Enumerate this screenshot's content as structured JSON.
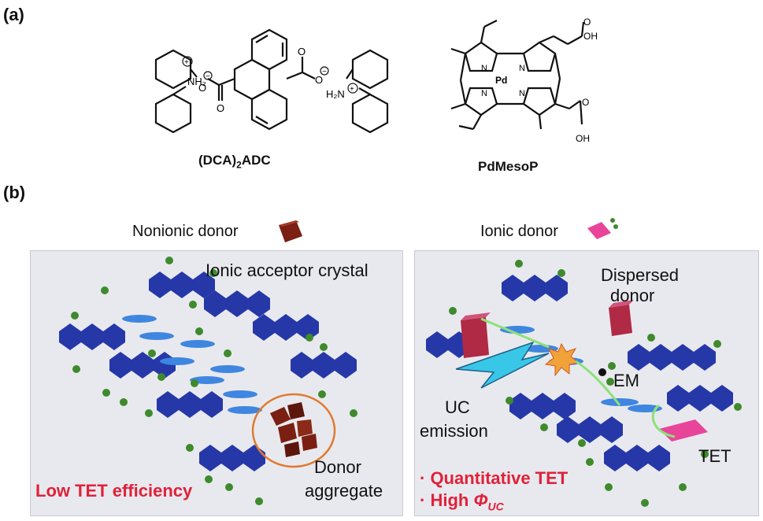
{
  "panel_a": {
    "label": "(a)",
    "compound_left": {
      "name_main": "(DCA)",
      "name_sub": "2",
      "name_tail": "ADC"
    },
    "compound_right": {
      "name": "PdMesoP"
    },
    "atoms": {
      "nh2": "NH₂",
      "h2n": "H₂N",
      "o": "O",
      "oh": "OH",
      "n": "N",
      "pd": "Pd",
      "plus": "+",
      "minus": "−"
    }
  },
  "panel_b": {
    "label": "(b)",
    "left": {
      "legend": "Nonionic donor",
      "crystal_label": "Ionic acceptor crystal",
      "aggregate_label_1": "Donor",
      "aggregate_label_2": "aggregate",
      "result": "Low TET efficiency"
    },
    "right": {
      "legend": "Ionic donor",
      "dispersed_1": "Dispersed",
      "dispersed_2": "donor",
      "em": "EM",
      "uc_1": "UC",
      "uc_2": "emission",
      "tet": "TET",
      "result_1": "· Quantitative TET",
      "result_2_prefix": "· High ",
      "result_2_symbol": "Φ",
      "result_2_sub": "UC"
    }
  },
  "colors": {
    "acceptor": "#2638a8",
    "acceptor_flat": "#3f86e0",
    "green_atom": "#3e8a2c",
    "nonionic_donor": "#7a1f12",
    "ionic_donor": "#e8449a",
    "ring": "#e07a30",
    "red_text": "#e0213a",
    "uc_bolt": "#39c7e8"
  }
}
